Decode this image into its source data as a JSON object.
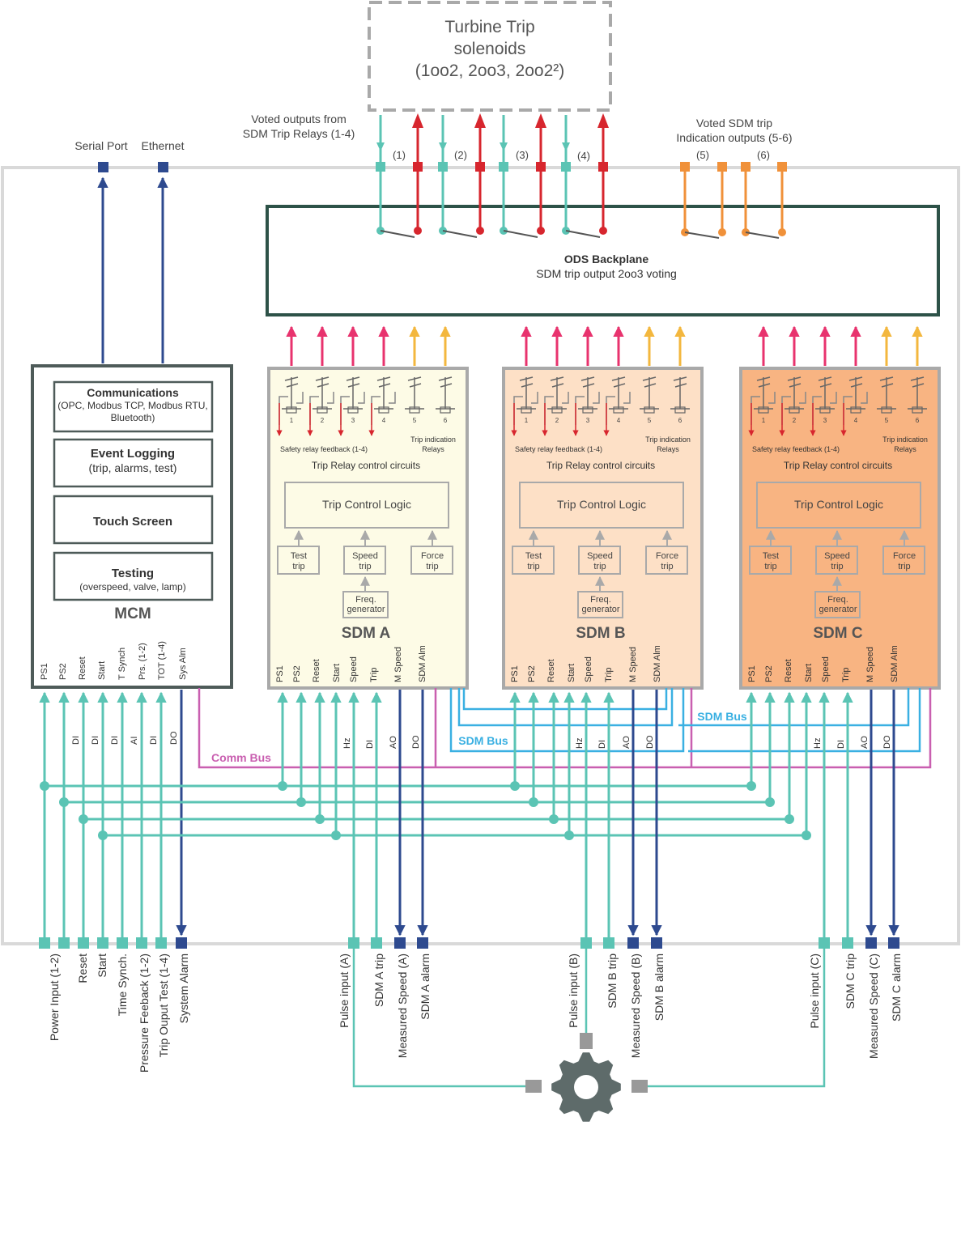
{
  "turbine": {
    "title_line1": "Turbine Trip",
    "title_line2": "solenoids",
    "title_line3": "(1oo2, 2oo3, 2oo2²)"
  },
  "voted_outputs": {
    "line1": "Voted outputs from",
    "line2": "SDM Trip Relays (1-4)"
  },
  "voted_sdm": {
    "line1": "Voted SDM trip",
    "line2": "Indication outputs (5-6)"
  },
  "relay_numbers": [
    "(1)",
    "(2)",
    "(3)",
    "(4)",
    "(5)",
    "(6)"
  ],
  "ports": {
    "serial": "Serial Port",
    "ethernet": "Ethernet"
  },
  "backplane": {
    "title": "ODS Backplane",
    "subtitle": "SDM trip output 2oo3 voting"
  },
  "mcm": {
    "title": "MCM",
    "boxes": [
      {
        "title": "Communications",
        "subtitle": "(OPC, Modbus TCP, Modbus RTU,",
        "subtitle2": "Bluetooth)"
      },
      {
        "title": "Event Logging",
        "subtitle": "(trip, alarms, test)",
        "subtitle2": ""
      },
      {
        "title": "Touch Screen",
        "subtitle": "",
        "subtitle2": ""
      },
      {
        "title": "Testing",
        "subtitle": "(overspeed, valve, lamp)",
        "subtitle2": ""
      }
    ],
    "pins": [
      "PS1",
      "PS2",
      "Reset",
      "Start",
      "T Synch",
      "Prs. (1-2)",
      "TOT (1-4)",
      "Sys Alm"
    ],
    "signal_types": [
      "DI",
      "DI",
      "DI",
      "AI",
      "DI",
      "DO"
    ]
  },
  "sdm_common": {
    "relay_labels": [
      "1",
      "2",
      "3",
      "4",
      "5",
      "6"
    ],
    "feedback": "Safety relay feedback (1-4)",
    "indication": "Trip indication",
    "indication2": "Relays",
    "control_circuits": "Trip Relay control circuits",
    "logic": "Trip Control Logic",
    "test_trip": [
      "Test",
      "trip"
    ],
    "speed_trip": [
      "Speed",
      "trip"
    ],
    "force_trip": [
      "Force",
      "trip"
    ],
    "freq_gen": [
      "Freq.",
      "generator"
    ],
    "pins": [
      "PS1",
      "PS2",
      "Reset",
      "Start",
      "Speed",
      "Trip",
      "M Speed",
      "SDM Alm"
    ],
    "signal_types": [
      "Hz",
      "DI",
      "AO",
      "DO"
    ]
  },
  "sdms": [
    {
      "name": "SDM A",
      "fill": "#fdfbe6"
    },
    {
      "name": "SDM B",
      "fill": "#fde0c6"
    },
    {
      "name": "SDM C",
      "fill": "#f8b482"
    }
  ],
  "buses": {
    "comm": "Comm Bus",
    "sdm1": "SDM Bus",
    "sdm2": "SDM Bus"
  },
  "bottom_labels": {
    "mcm": [
      "Power Input  (1-2)",
      "Reset",
      "Start",
      "Time Synch.",
      "Pressure Feeback (1-2)",
      "Trip Ouput Test (1-4)",
      "System Alarm"
    ],
    "sdm_a": [
      "Pulse input (A)",
      "SDM A trip",
      "Measured Speed (A)",
      "SDM A alarm"
    ],
    "sdm_b": [
      "Pulse input (B)",
      "SDM B trip",
      "Measured Speed (B)",
      "SDM B alarm"
    ],
    "sdm_c": [
      "Pulse input (C)",
      "SDM C trip",
      "Measured Speed (C)",
      "SDM C alarm"
    ]
  },
  "colors": {
    "teal": "#5bc4b4",
    "red": "#d7262e",
    "orange": "#f0913a",
    "navy": "#2e4a8f",
    "pink": "#e8336e",
    "gold": "#f3b73e",
    "blue": "#3ab0e2",
    "magenta": "#c95fb0",
    "dark_green": "#2d5248",
    "gray": "#a9a9a9",
    "gear": "#5e6b6a"
  },
  "icons": {
    "gear": "gear-icon"
  }
}
